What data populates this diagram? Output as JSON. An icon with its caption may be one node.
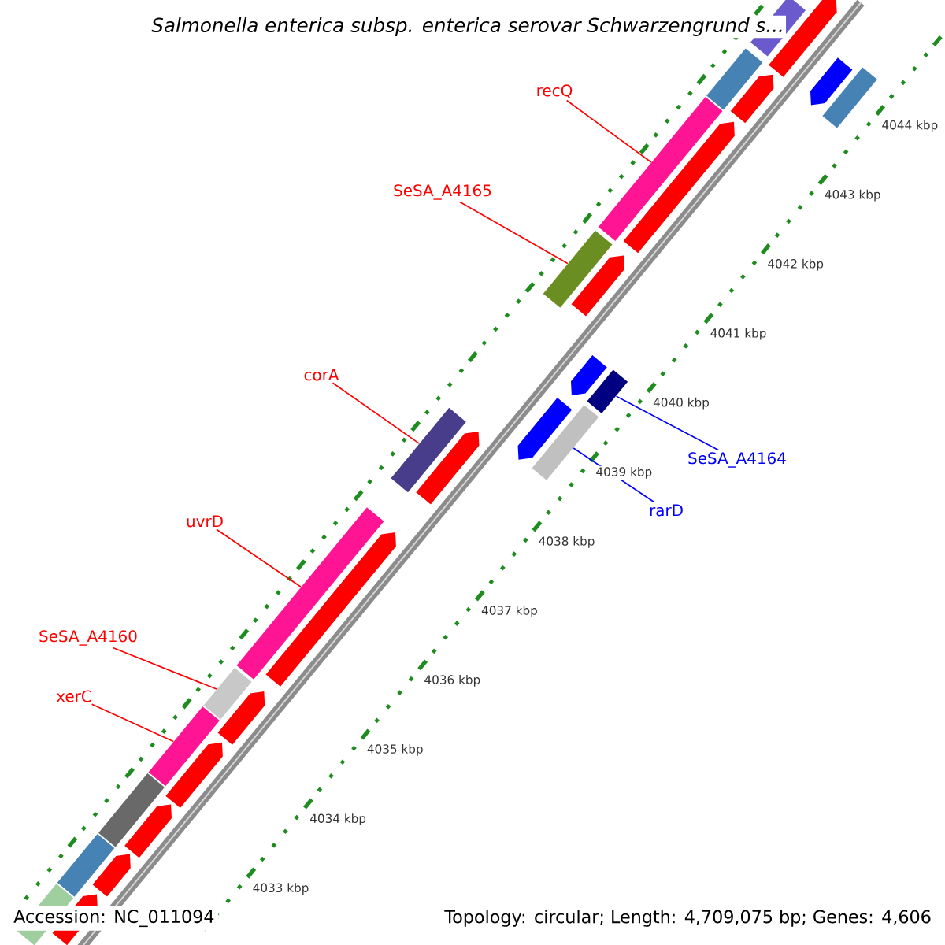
{
  "diagram": {
    "title": "Salmonella enterica subsp. enterica serovar Schwarzengrund s...",
    "nodes": [
      {
        "text": [
          "recQ"
        ]
      },
      {
        "text": [
          "SeSA_A4165"
        ]
      },
      {
        "text": [
          "corA"
        ]
      },
      {
        "text": [
          "SeSA_A4164"
        ]
      },
      {
        "text": [
          "rarD"
        ]
      },
      {
        "text": [
          "uvrD"
        ]
      },
      {
        "text": [
          "SeSA_A4160"
        ]
      },
      {
        "text": [
          "xerC"
        ]
      },
      {
        "text": [],
        "shape": "pentagon"
      },
      {
        "text": [],
        "shape": "bar"
      },
      {
        "text": [],
        "shape": "bar"
      },
      {
        "text": [],
        "shape": "pentagon"
      },
      {
        "text": [],
        "shape": "bar"
      },
      {
        "text": [],
        "shape": "pentagon"
      },
      {
        "text": [],
        "shape": "bar"
      },
      {
        "text": [],
        "shape": "pentagon"
      },
      {
        "text": [],
        "shape": "bar"
      },
      {
        "text": [],
        "shape": "pentagon"
      },
      {
        "text": [],
        "shape": "pentagon"
      },
      {
        "text": [],
        "shape": "bar"
      },
      {
        "text": [],
        "shape": "pentagon"
      },
      {
        "text": [],
        "shape": "bar"
      },
      {
        "text": [],
        "shape": "bar"
      },
      {
        "text": [],
        "shape": "pentagon"
      },
      {
        "text": [],
        "shape": "bar"
      },
      {
        "text": [],
        "shape": "pentagon"
      },
      {
        "text": [],
        "shape": "bar"
      },
      {
        "text": [],
        "shape": "pentagon"
      },
      {
        "text": [],
        "shape": "bar"
      },
      {
        "text": [],
        "shape": "pentagon"
      },
      {
        "text": [],
        "shape": "bar"
      },
      {
        "text": [],
        "shape": "pentagon"
      },
      {
        "text": [],
        "shape": "bar"
      },
      {
        "text": [],
        "shape": "pentagon"
      },
      {
        "text": [],
        "shape": "bar"
      },
      {
        "text": [],
        "shape": "pentagon"
      }
    ],
    "edges": [
      {
        "from": 0,
        "to": 14,
        "arrow": "none"
      },
      {
        "from": 1,
        "to": 16,
        "arrow": "none"
      },
      {
        "from": 2,
        "to": 22,
        "arrow": "none"
      },
      {
        "from": 3,
        "to": 19,
        "arrow": "none",
        "color": "#0000ff"
      },
      {
        "from": 4,
        "to": 21,
        "arrow": "none",
        "color": "#0000ff"
      },
      {
        "from": 5,
        "to": 24,
        "arrow": "none"
      },
      {
        "from": 6,
        "to": 26,
        "arrow": "none"
      },
      {
        "from": 7,
        "to": 28,
        "arrow": "none"
      }
    ],
    "labels": [
      "4044 kbp",
      "4043 kbp",
      "4042 kbp",
      "4041 kbp",
      "4040 kbp",
      "4039 kbp",
      "4038 kbp",
      "4037 kbp",
      "4036 kbp",
      "4035 kbp",
      "4034 kbp",
      "4033 kbp",
      "Accession: NC_011094",
      "Topology: circular; Length: 4,709,075 bp; Genes: 4,606"
    ]
  }
}
